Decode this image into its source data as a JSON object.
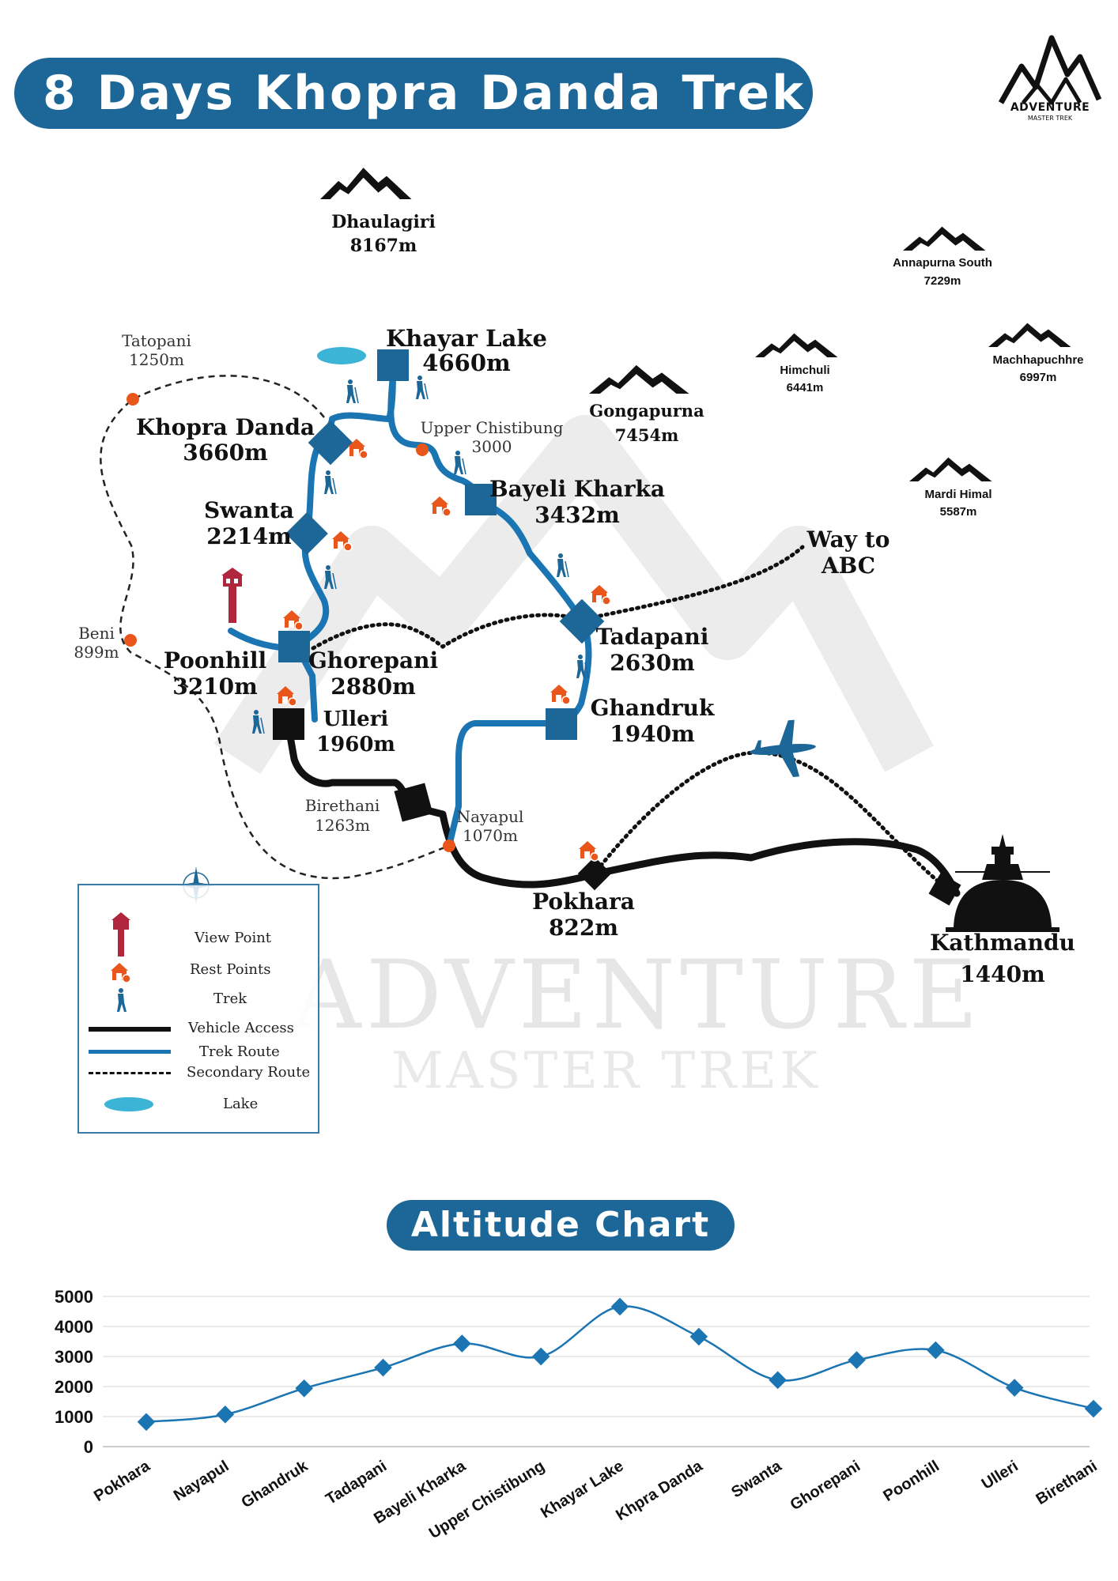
{
  "title": "8 Days Khopra Danda Trek",
  "logo": {
    "text": "ADVENTURE",
    "subtext": "MASTER TREK"
  },
  "watermark": {
    "line1": "ADVENTURE",
    "line2": "MASTER TREK"
  },
  "peaks": [
    {
      "name": "Dhaulagiri",
      "alt": "8167m"
    },
    {
      "name": "Annapurna South",
      "alt": "7229m"
    },
    {
      "name": "Himchuli",
      "alt": "6441m"
    },
    {
      "name": "Machhapuchhre",
      "alt": "6997m"
    },
    {
      "name": "Gongapurna",
      "alt": "7454m"
    },
    {
      "name": "Mardi Himal",
      "alt": "5587m"
    }
  ],
  "places": {
    "khayar_lake": {
      "name": "Khayar Lake",
      "alt": "4660m"
    },
    "khopra_danda": {
      "name": "Khopra Danda",
      "alt": "3660m"
    },
    "swanta": {
      "name": "Swanta",
      "alt": "2214m"
    },
    "poonhill": {
      "name": "Poonhill",
      "alt": "3210m"
    },
    "ghorepani": {
      "name": "Ghorepani",
      "alt": "2880m"
    },
    "ulleri": {
      "name": "Ulleri",
      "alt": "1960m"
    },
    "bayeli_kharka": {
      "name": "Bayeli Kharka",
      "alt": "3432m"
    },
    "tadapani": {
      "name": "Tadapani",
      "alt": "2630m"
    },
    "ghandruk": {
      "name": "Ghandruk",
      "alt": "1940m"
    },
    "pokhara": {
      "name": "Pokhara",
      "alt": "822m"
    },
    "kathmandu": {
      "name": "Kathmandu",
      "alt": "1440m"
    },
    "way_abc": {
      "line1": "Way to",
      "line2": "ABC"
    },
    "tatopani": {
      "name": "Tatopani",
      "alt": "1250m"
    },
    "beni": {
      "name": "Beni",
      "alt": "899m"
    },
    "upper_chistibung": {
      "name": "Upper Chistibung",
      "alt": "3000"
    },
    "birethani": {
      "name": "Birethani",
      "alt": "1263m"
    },
    "nayapul": {
      "name": "Nayapul",
      "alt": "1070m"
    }
  },
  "legend": {
    "view_point": "View Point",
    "rest_points": "Rest Points",
    "trek": "Trek",
    "vehicle_access": "Vehicle Access",
    "trek_route": "Trek Route",
    "secondary_route": "Secondary Route",
    "lake": "Lake"
  },
  "colors": {
    "trek_blue": "#1c6797",
    "route_blue": "#1b75b3",
    "vehicle": "#111111",
    "rest_orange": "#e8561c",
    "viewpoint": "#b0263c",
    "lake": "#3bb4d6"
  },
  "chart_title": "Altitude Chart",
  "chart_data": {
    "type": "line",
    "categories": [
      "Pokhara",
      "Nayapul",
      "Ghandruk",
      "Tadapani",
      "Bayeli Kharka",
      "Upper Chistibung",
      "Khayar Lake",
      "Khpra Danda",
      "Swanta",
      "Ghorepani",
      "Poonhill",
      "Ulleri",
      "Birethani"
    ],
    "values": [
      822,
      1070,
      1940,
      2630,
      3432,
      3000,
      4660,
      3660,
      2214,
      2880,
      3210,
      1960,
      1263
    ],
    "yticks": [
      0,
      1000,
      2000,
      3000,
      4000,
      5000
    ],
    "ylim": [
      0,
      5000
    ],
    "grid": true,
    "color": "#1b75b3"
  }
}
